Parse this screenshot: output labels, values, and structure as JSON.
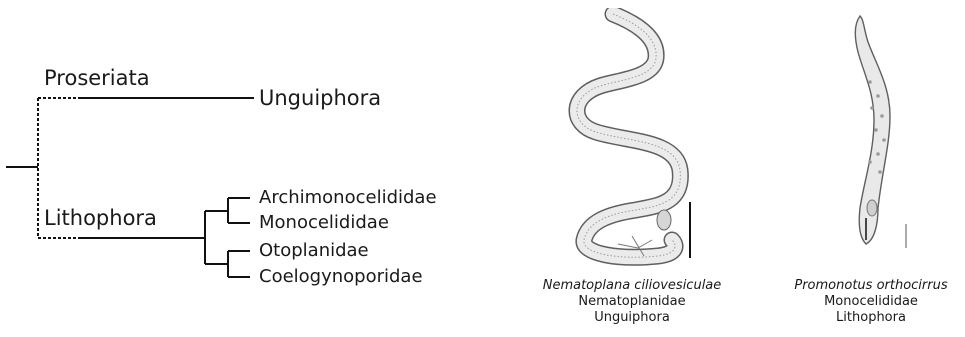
{
  "tree": {
    "group_upper": "Proseriata",
    "group_lower": "Lithophora",
    "leaf_unguiphora": "Unguiphora",
    "leaves_lithophora": [
      "Archimonocelididae",
      "Monocelididae",
      "Otoplanidae",
      "Coelogynoporidae"
    ]
  },
  "specimens": [
    {
      "species": "Nematoplana ciliovesiculae",
      "family": "Nematoplanidae",
      "clade": "Unguiphora"
    },
    {
      "species": "Promonotus orthocirrus",
      "family": "Monocelididae",
      "clade": "Lithophora"
    }
  ],
  "colors": {
    "line": "#111111",
    "body_fill": "#e9e9e9",
    "outline": "#6a6a6a"
  }
}
